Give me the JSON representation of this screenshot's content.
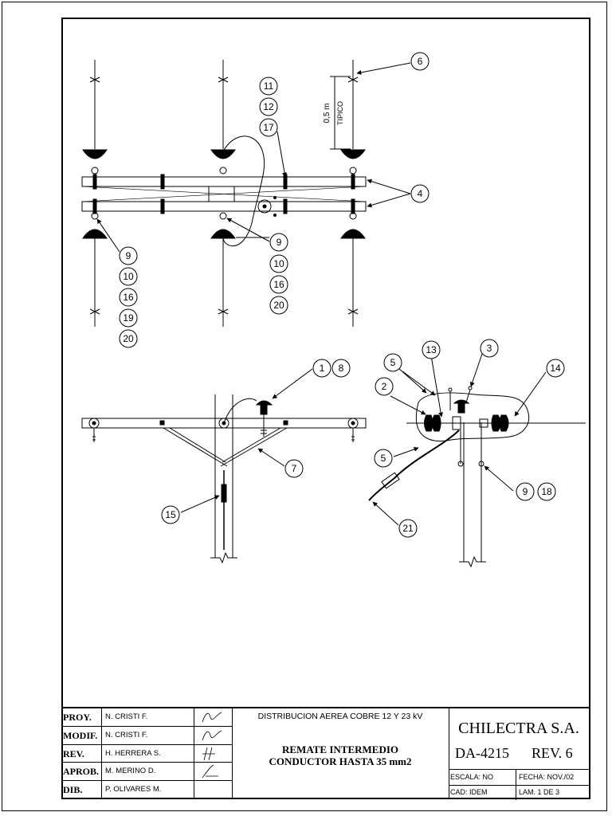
{
  "callouts": {
    "c1": "1",
    "c2": "2",
    "c3": "3",
    "c4": "4",
    "c5a": "5",
    "c5b": "5",
    "c6": "6",
    "c7": "7",
    "c8": "8",
    "c9a": "9",
    "c9b": "9",
    "c9c": "9",
    "c10a": "10",
    "c10b": "10",
    "c11": "11",
    "c12": "12",
    "c13": "13",
    "c14": "14",
    "c15": "15",
    "c16a": "16",
    "c16b": "16",
    "c17": "17",
    "c18": "18",
    "c19": "19",
    "c20a": "20",
    "c20b": "20",
    "c21": "21"
  },
  "dimension": {
    "value": "0,5 m",
    "note": "TIPICO"
  },
  "title_block": {
    "roles": [
      {
        "role": "PROY.",
        "name": "N. CRISTI F."
      },
      {
        "role": "MODIF.",
        "name": "N. CRISTI F."
      },
      {
        "role": "REV.",
        "name": "H. HERRERA S."
      },
      {
        "role": "APROB.",
        "name": "M. MERINO D."
      },
      {
        "role": "DIB.",
        "name": "P. OLIVARES M."
      }
    ],
    "subtitle": "DISTRIBUCION AEREA COBRE 12 Y 23 kV",
    "title_line1": "REMATE INTERMEDIO",
    "title_line2": "CONDUCTOR HASTA 35 mm2",
    "company": "CHILECTRA S.A.",
    "drawing_number": "DA-4215",
    "revision": "REV. 6",
    "scale": "ESCALA:  NO",
    "date": "FECHA: NOV./02",
    "cad": "CAD: IDEM",
    "sheet": "LAM. 1 DE 3"
  }
}
